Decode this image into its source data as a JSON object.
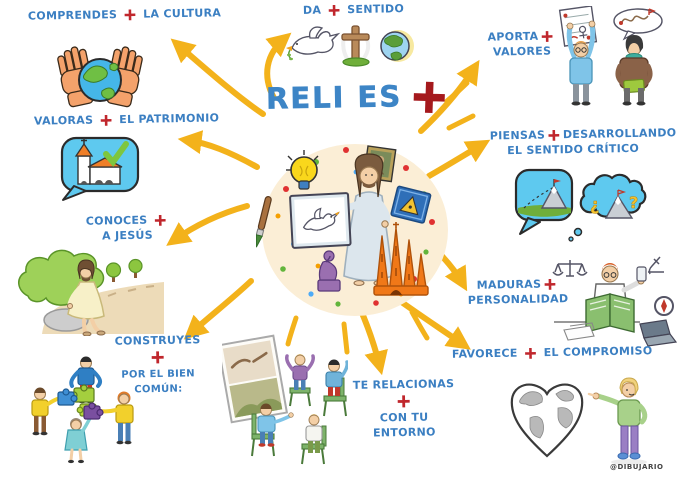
{
  "center": {
    "title": "RELI ES",
    "plus": "+"
  },
  "signature": "@DIBUJARIO",
  "colors": {
    "label_blue": "#3b7fc2",
    "plus_red": "#c0272d",
    "title_blue": "#3d85c6",
    "title_plus_red": "#a5191d",
    "arrow_yellow": "#f3b21b",
    "center_circle_bg": "#fbeed6"
  },
  "branches": {
    "comprendes": {
      "pre": "COMPRENDES",
      "plus": "+",
      "post": "LA CULTURA",
      "icon": "hands-globe"
    },
    "valoras": {
      "pre": "VALORAS",
      "plus": "+",
      "post": "EL PATRIMONIO",
      "icon": "church-speech-bubble"
    },
    "conoces": {
      "pre": "CONOCES",
      "plus": "+",
      "post": "A JESÚS",
      "icon": "jesus-sitting"
    },
    "construyes": {
      "pre": "CONSTRUYES",
      "plus": "+",
      "post": "POR EL BIEN COMÚN:",
      "icon": "kids-puzzle"
    },
    "da_sentido": {
      "pre": "DA",
      "plus": "+",
      "post": "SENTIDO",
      "icon": "dove-cross-globe"
    },
    "aporta": {
      "pre": "APORTA",
      "plus": "+",
      "post": "VALORES",
      "icon": "people-sharing-values"
    },
    "piensas": {
      "pre": "PIENSAS",
      "plus": "+",
      "post": "DESARROLLANDO",
      "post2": "EL SENTIDO CRÍTICO",
      "icon": "critical-thinking-bubbles"
    },
    "maduras": {
      "pre": "MADURAS",
      "plus": "+",
      "post": "PERSONALIDAD",
      "icon": "student-studying"
    },
    "te_relacionas": {
      "pre": "TE RELACIONAS",
      "plus": "+",
      "post": "CON TU ENTORNO",
      "icon": "group-circle-chairs"
    },
    "favorece": {
      "pre": "FAVORECE",
      "plus": "+",
      "post": "EL COMPROMISO",
      "icon": "heart-world-girl"
    }
  },
  "glyphs": {
    "q_open": "¿",
    "q_close": "?"
  }
}
